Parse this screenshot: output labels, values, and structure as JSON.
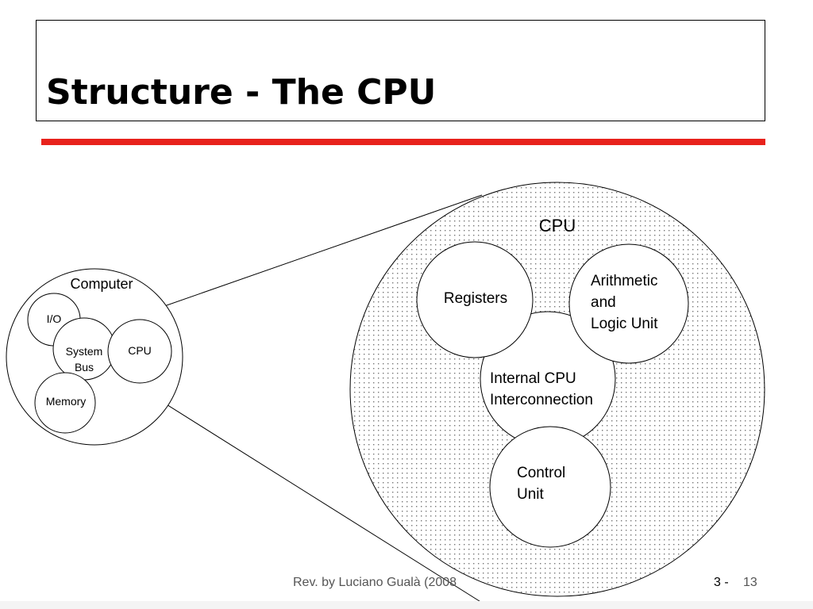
{
  "slide": {
    "title": "Structure - The CPU",
    "accent_color": "#e8221c",
    "footer": "Rev. by Luciano Gualà (2008",
    "page_prefix": "3 -",
    "page_number": "13"
  },
  "diagram": {
    "computer_label": "Computer",
    "computer_parts": {
      "io": "I/O",
      "bus_line1": "System",
      "bus_line2": "Bus",
      "cpu": "CPU",
      "memory": "Memory"
    },
    "cpu_label": "CPU",
    "cpu_parts": {
      "registers": "Registers",
      "alu_line1": "Arithmetic",
      "alu_line2": "and",
      "alu_line3": "Logic Unit",
      "interconnect_line1": "Internal CPU",
      "interconnect_line2": "Interconnection",
      "control_line1": "Control",
      "control_line2": "Unit"
    }
  }
}
